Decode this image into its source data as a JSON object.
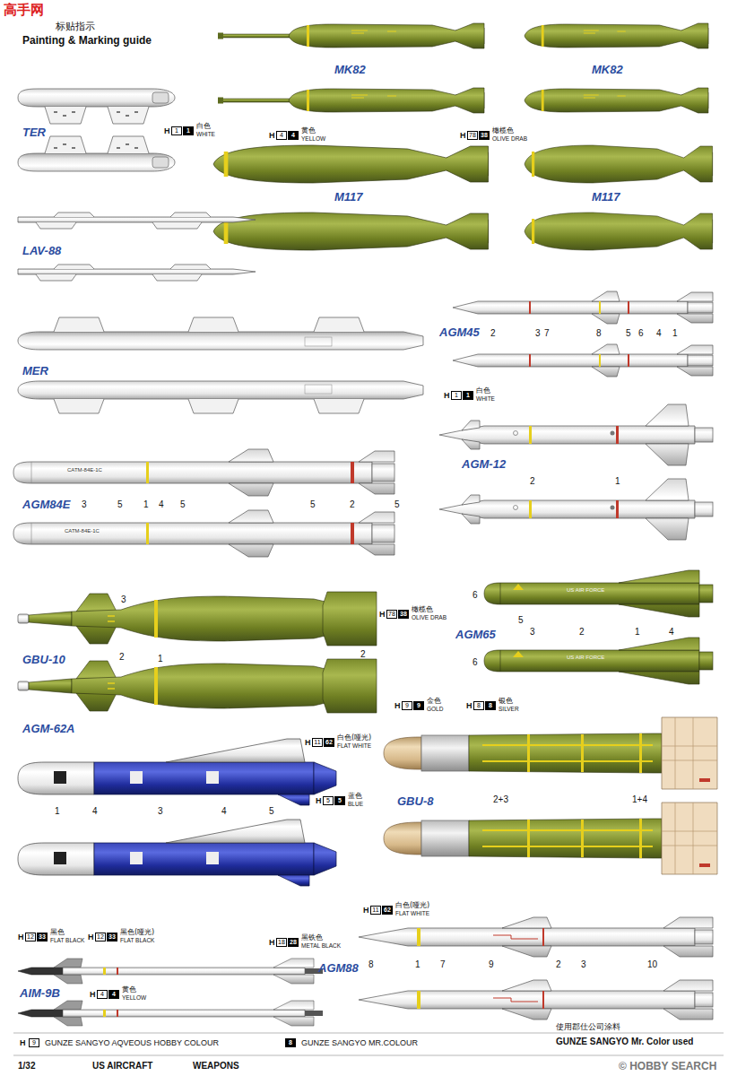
{
  "diagram": {
    "title": "Painting & Marking guide",
    "labels": [
      "高手网",
      "标贴指示",
      "TER",
      "MK82",
      "MK82",
      "LAV-88",
      "M117",
      "M117",
      "MER",
      "AGM45",
      "AGM84E",
      "AGM-12",
      "GBU-10",
      "AGM65",
      "AGM-62A",
      "GBU-8",
      "AIM-9B",
      "AGM88",
      "H",
      "1",
      "1",
      "白色",
      "WHITE",
      "H",
      "4",
      "4",
      "黄色",
      "YELLOW",
      "H",
      "78",
      "38",
      "橄榄色",
      "OLIVE DRAB",
      "H",
      "1",
      "1",
      "白色",
      "WHITE",
      "H",
      "78",
      "38",
      "橄榄色",
      "OLIVE DRAB",
      "H",
      "9",
      "9",
      "金色",
      "GOLD",
      "H",
      "8",
      "8",
      "银色",
      "SILVER",
      "H",
      "11",
      "62",
      "白色(哑光)",
      "FLAT WHITE",
      "H",
      "5",
      "5",
      "蓝色",
      "BLUE",
      "H",
      "12",
      "33",
      "黑色",
      "FLAT BLACK",
      "H",
      "12",
      "33",
      "黑色(哑光)",
      "FLAT BLACK",
      "H",
      "18",
      "28",
      "黑铁色",
      "METAL BLACK",
      "H",
      "4",
      "4",
      "黄色",
      "YELLOW",
      "H",
      "11",
      "62",
      "白色(哑光)",
      "FLAT WHITE",
      "2",
      "3",
      "7",
      "8",
      "5",
      "6",
      "4",
      "1",
      "3",
      "5",
      "1",
      "4",
      "5",
      "5",
      "2",
      "5",
      "2",
      "1",
      "3",
      "2",
      "1",
      "2",
      "6",
      "5",
      "3",
      "2",
      "1",
      "4",
      "6",
      "2+3",
      "1+4",
      "1",
      "4",
      "3",
      "4",
      "5",
      "8",
      "1",
      "7",
      "9",
      "2",
      "3",
      "10",
      "US AIR FORCE",
      "US AIR FORCE",
      "CATM-84E-1C",
      "CATM-84E-1C",
      "H",
      "9",
      "8",
      "使用郡仕公司涂料",
      "GUNZE SANGYO Mr. Color used",
      "1/32",
      "US AIRCRAFT",
      "WEAPONS",
      "© HOBBY SEARCH"
    ],
    "legend": [
      {
        "text": "GUNZE SANGYO AQVEOUS HOBBY COLOUR"
      },
      {
        "text": "GUNZE SANGYO MR.COLOUR"
      }
    ]
  }
}
